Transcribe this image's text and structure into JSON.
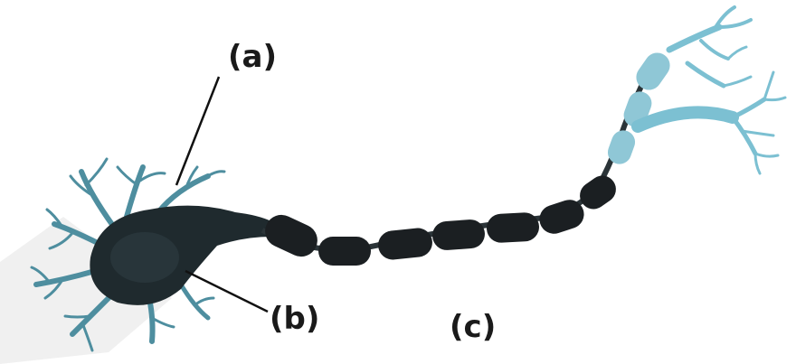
{
  "labels": {
    "a": "(a)",
    "b": "(b)",
    "c": "(c)"
  },
  "colors": {
    "cell_body": "#1f2a2e",
    "myelin_dark": "#1b1f22",
    "myelin_light": "#8fc7d6",
    "dendrite": "#4e8e9f",
    "axon_terminal": "#7cc0d2",
    "watermark": "#e6e6e6",
    "pointer_line": "#111111"
  },
  "icons": [
    "neuron-illustration"
  ]
}
